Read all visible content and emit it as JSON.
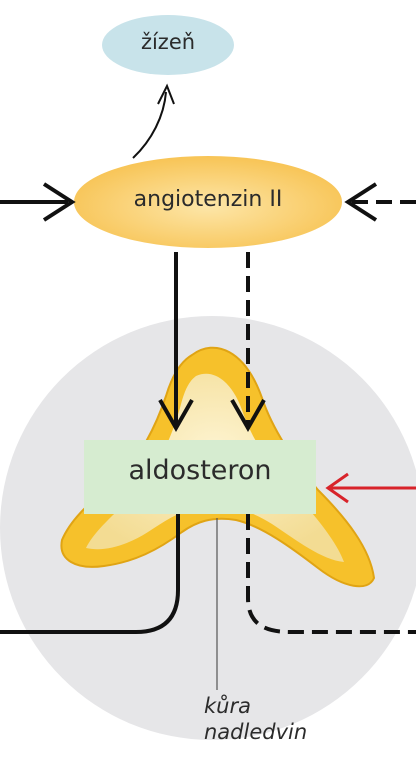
{
  "nodes": {
    "thirst": "žízeň",
    "angiotensin": "angiotenzin II",
    "aldosterone": "aldosteron"
  },
  "annotation": {
    "line1": "kůra",
    "line2": "nadledvin"
  },
  "colors": {
    "thirst_fill": "#c8e3ea",
    "angiotensin_fill": "#fbd47e",
    "aldosterone_fill": "#d6ecd0",
    "gland_fill": "#f7c52f",
    "background_circle": "#e6e6e8",
    "inhibit_arrow": "#d8232a",
    "line": "#111111"
  }
}
